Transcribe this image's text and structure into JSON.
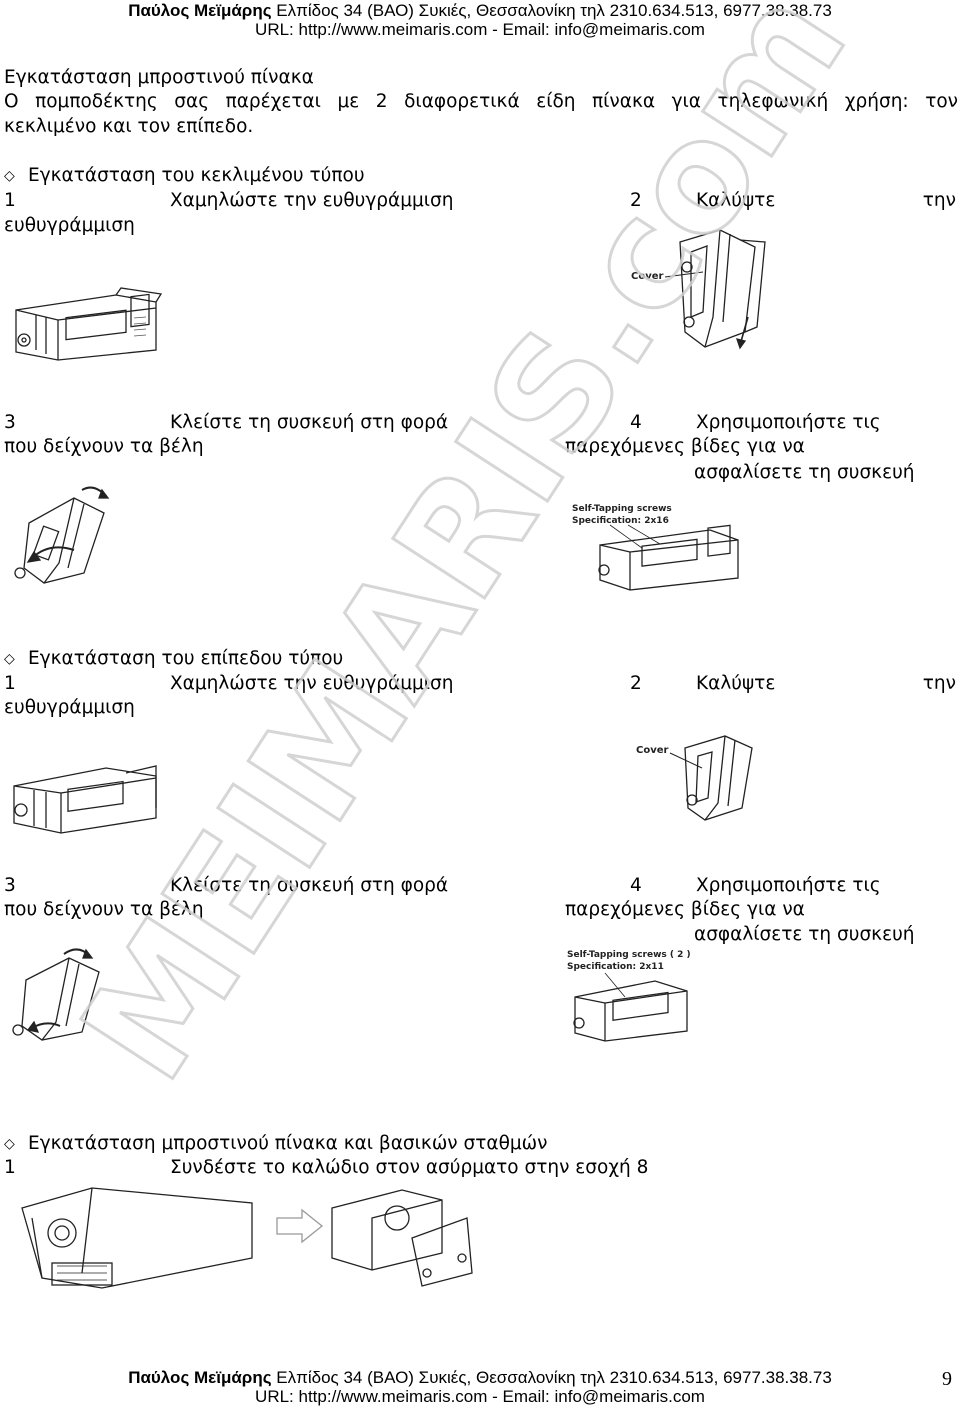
{
  "header": {
    "name": "Παύλος Μεϊμάρης",
    "address": " Ελπίδος 34 (ΒΑΟ) Συκιές, Θεσσαλονίκη τηλ 2310.634.513, 6977.38.38.73",
    "url_line": "URL: http://www.meimaris.com - Email: info@meimaris.com"
  },
  "intro": {
    "title": "Εγκατάσταση μπροστινού πίνακα",
    "line1": "Ο πομποδέκτης σας παρέχεται με 2 διαφορετικά είδη πίνακα για τηλεφωνική χρήση: τον",
    "line2": "κεκλιμένο και τον επίπεδο."
  },
  "section1": {
    "title": "Εγκατάσταση του κεκλιμένου τύπου",
    "step1_num": "1",
    "step1": "Χαμηλώστε την ευθυγράμμιση",
    "step2_num": "2",
    "step2": "Καλύψτε",
    "step2_end": "την",
    "step2_cont": "ευθυγράμμιση",
    "step3_num": "3",
    "step3_a": "Κλείστε τη συσκευή στη φορά",
    "step3_b": "που δείχνουν τα βέλη",
    "step4_num": "4",
    "step4_a": "Χρησιμοποιήστε τις",
    "step4_b": "παρεχόμενες βίδες για να",
    "step4_c": "ασφαλίσετε τη συσκευή",
    "cover_label": "Cover",
    "screws_label": "Self-Tapping screws",
    "spec_label": "Specification: 2x16"
  },
  "section2": {
    "title": "Εγκατάσταση του επίπεδου τύπου",
    "step1_num": "1",
    "step1": "Χαμηλώστε την ευθυγράμμιση",
    "step2_num": "2",
    "step2": "Καλύψτε",
    "step2_end": "την",
    "step2_cont": "ευθυγράμμιση",
    "step3_num": "3",
    "step3_a": "Κλείστε τη συσκευή στη φορά",
    "step3_b": "που δείχνουν τα βέλη",
    "step4_num": "4",
    "step4_a": "Χρησιμοποιήστε τις",
    "step4_b": "παρεχόμενες βίδες για να",
    "step4_c": "ασφαλίσετε τη συσκευή",
    "cover_label": "Cover",
    "screws_label": "Self-Tapping screws ( 2 )",
    "spec_label": "Specification: 2x11"
  },
  "section3": {
    "title": "Εγκατάσταση μπροστινού πίνακα και βασικών σταθμών",
    "step1_num": "1",
    "step1": "Συνδέστε το καλώδιο στον ασύρματο στην εσοχή 8"
  },
  "watermark": "MEIMARIS.com",
  "page_number": "9"
}
